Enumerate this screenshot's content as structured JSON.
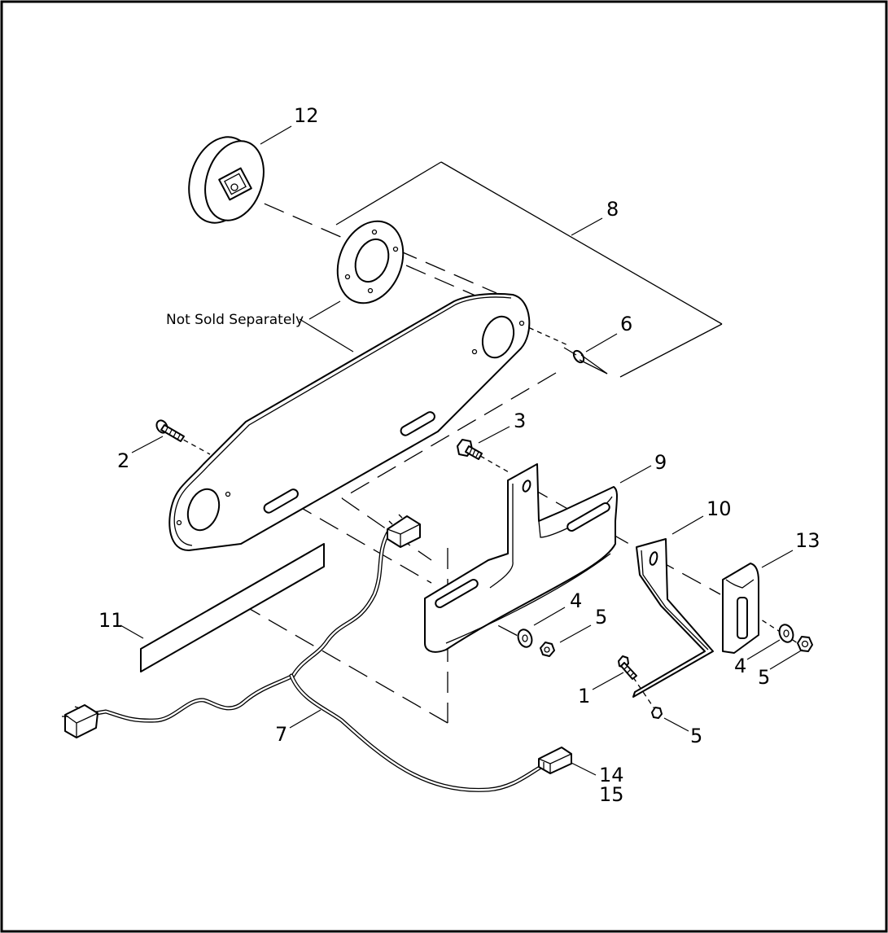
{
  "note": "Not Sold Separately",
  "callouts": {
    "c1": "1",
    "c2": "2",
    "c3": "3",
    "c4a": "4",
    "c4b": "4",
    "c5a": "5",
    "c5b": "5",
    "c5c": "5",
    "c6": "6",
    "c7": "7",
    "c8": "8",
    "c9": "9",
    "c10": "10",
    "c11": "11",
    "c12": "12",
    "c13": "13",
    "c14": "14",
    "c15": "15"
  }
}
